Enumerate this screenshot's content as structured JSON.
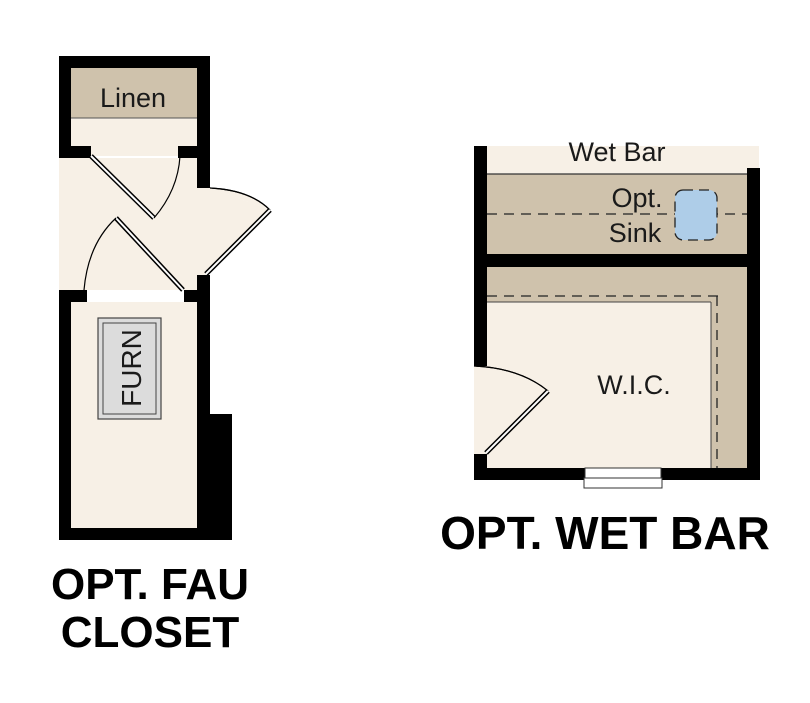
{
  "fau_closet": {
    "title_line1": "OPT. FAU",
    "title_line2": "CLOSET",
    "rooms": {
      "linen": "Linen",
      "furnace": "FURN"
    }
  },
  "wet_bar": {
    "title": "OPT. WET BAR",
    "rooms": {
      "wet_bar": "Wet Bar",
      "opt_sink_line1": "Opt.",
      "opt_sink_line2": "Sink",
      "wic": "W.I.C."
    }
  },
  "colors": {
    "wall": "#000000",
    "floor": "#f7f0e6",
    "counter": "#cfc2ac",
    "sink": "#aecde8",
    "furnace": "#dcdcdc"
  }
}
